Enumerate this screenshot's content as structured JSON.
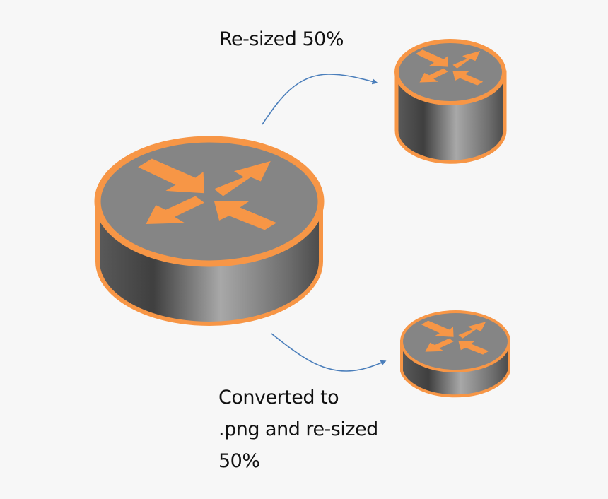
{
  "labels": {
    "top": "Re-sized 50%",
    "bottom_line1": "Converted to",
    "bottom_line2": ".png and re-sized",
    "bottom_line3": "50%"
  },
  "icons": {
    "original": "router-icon",
    "resized": "router-icon",
    "png_resized": "router-icon"
  },
  "colors": {
    "background": "#f7f7f7",
    "orange": "#f79646",
    "top_face": "#858585",
    "arrow_connector": "#4a7ebb",
    "text": "#111111"
  }
}
